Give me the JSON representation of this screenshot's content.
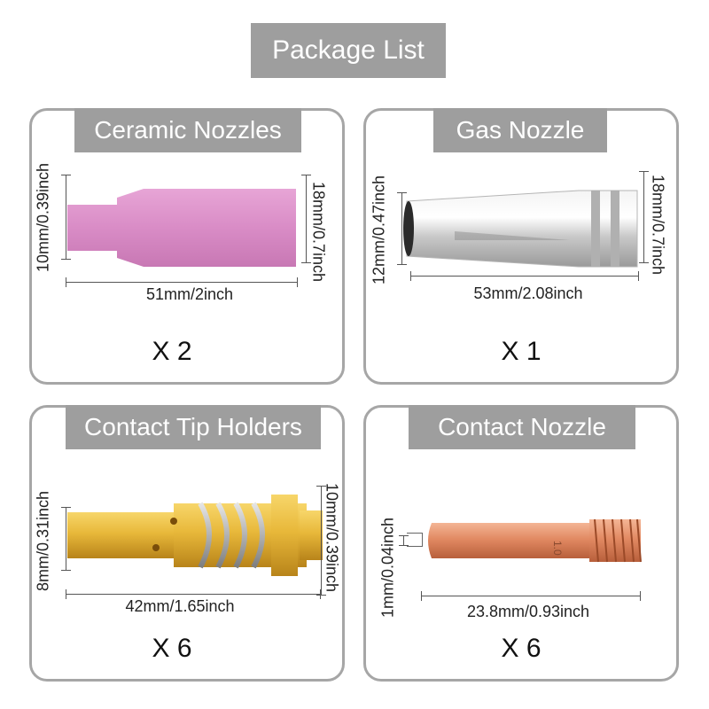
{
  "title": "Package List",
  "cards": [
    {
      "title": "Ceramic Nozzles",
      "length_label": "51mm/2inch",
      "left_label": "10mm/0.39inch",
      "right_label": "18mm/0.7inch",
      "quantity": "X 2",
      "color": "#d98cc6"
    },
    {
      "title": "Gas Nozzle",
      "length_label": "53mm/2.08inch",
      "left_label": "12mm/0.47inch",
      "right_label": "18mm/0.7inch",
      "quantity": "X 1",
      "color": "#d9d9d9"
    },
    {
      "title": "Contact Tip Holders",
      "length_label": "42mm/1.65inch",
      "left_label": "8mm/0.31inch",
      "right_label": "10mm/0.39inch",
      "quantity": "X 6",
      "color": "#e8b83a"
    },
    {
      "title": "Contact Nozzle",
      "length_label": "23.8mm/0.93inch",
      "left_label": "1mm/0.04inch",
      "tip_marking": "1.0",
      "quantity": "X 6",
      "color": "#e28a63"
    }
  ]
}
